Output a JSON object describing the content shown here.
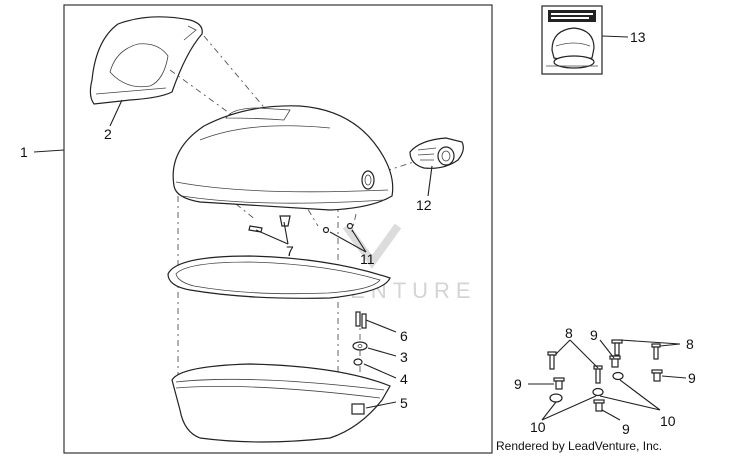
{
  "callouts": {
    "c1": "1",
    "c2": "2",
    "c3": "3",
    "c4": "4",
    "c5": "5",
    "c6": "6",
    "c7": "7",
    "c8a": "8",
    "c8b": "8",
    "c9a": "9",
    "c9b": "9",
    "c9c": "9",
    "c9d": "9",
    "c10a": "10",
    "c10b": "10",
    "c11": "11",
    "c12": "12",
    "c13": "13"
  },
  "watermark": "LEADVENTURE",
  "footer": "Rendered by LeadVenture, Inc.",
  "colors": {
    "line": "#222222",
    "watermark": "#d4d4d4"
  }
}
